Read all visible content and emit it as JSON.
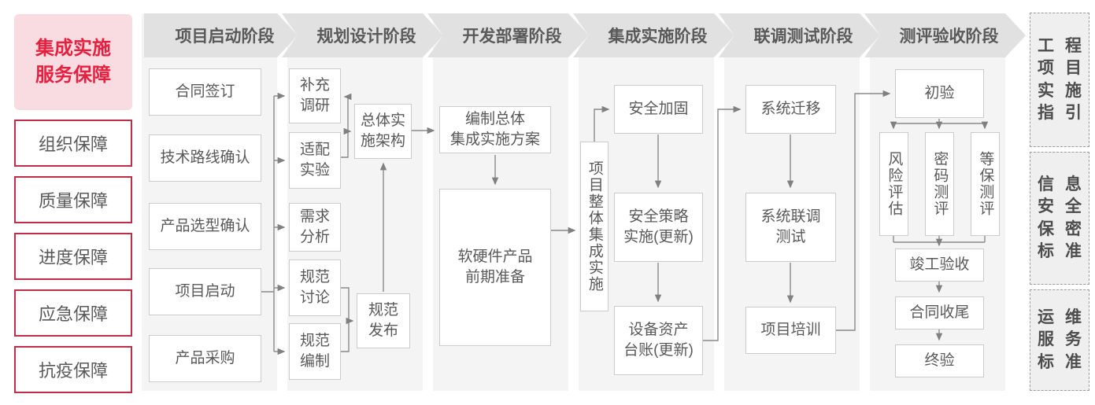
{
  "sidebar": {
    "title": "集成实施\n服务保障",
    "items": [
      {
        "label": "组织保障"
      },
      {
        "label": "质量保障"
      },
      {
        "label": "进度保障"
      },
      {
        "label": "应急保障"
      },
      {
        "label": "抗疫保障"
      }
    ]
  },
  "columns": [
    {
      "header": "项目启动阶段",
      "boxes": [
        "合同签订",
        "技术路线确认",
        "产品选型确认",
        "项目启动",
        "产品采购"
      ]
    },
    {
      "header": "规划设计阶段",
      "boxes": [
        "补充\n调研",
        "适配\n实验",
        "需求\n分析",
        "规范\n讨论",
        "规范\n编制",
        "总体实\n施架构",
        "规范\n发布"
      ]
    },
    {
      "header": "开发部署阶段",
      "boxes": [
        "编制总体\n集成实施方案",
        "软硬件产品\n前期准备"
      ]
    },
    {
      "header": "集成实施阶段",
      "boxes": [
        "项目整体集成实施",
        "安全加固",
        "安全策略\n实施(更新)",
        "设备资产\n台账(更新)"
      ]
    },
    {
      "header": "联调测试阶段",
      "boxes": [
        "系统迁移",
        "系统联调\n测试",
        "项目培训"
      ]
    },
    {
      "header": "测评验收阶段",
      "boxes": [
        "初验",
        "风险评估",
        "密码测评",
        "等保测评",
        "竣工验收",
        "合同收尾",
        "终验"
      ]
    }
  ],
  "right_panel": {
    "boxes": [
      {
        "rows": [
          "工程",
          "项目",
          "实施",
          "指引"
        ]
      },
      {
        "rows": [
          "信息",
          "安全",
          "保密",
          "标准"
        ]
      },
      {
        "rows": [
          "运维",
          "服务",
          "标准"
        ]
      }
    ]
  },
  "colors": {
    "accent_red": "#e5213f",
    "sidebar_border_red": "#bf2e47",
    "pink_bg": "#f9dce2",
    "header_gray": "#e1e1e1",
    "band_gray": "#f4f4f4",
    "connector_gray": "#8a8a8a"
  }
}
